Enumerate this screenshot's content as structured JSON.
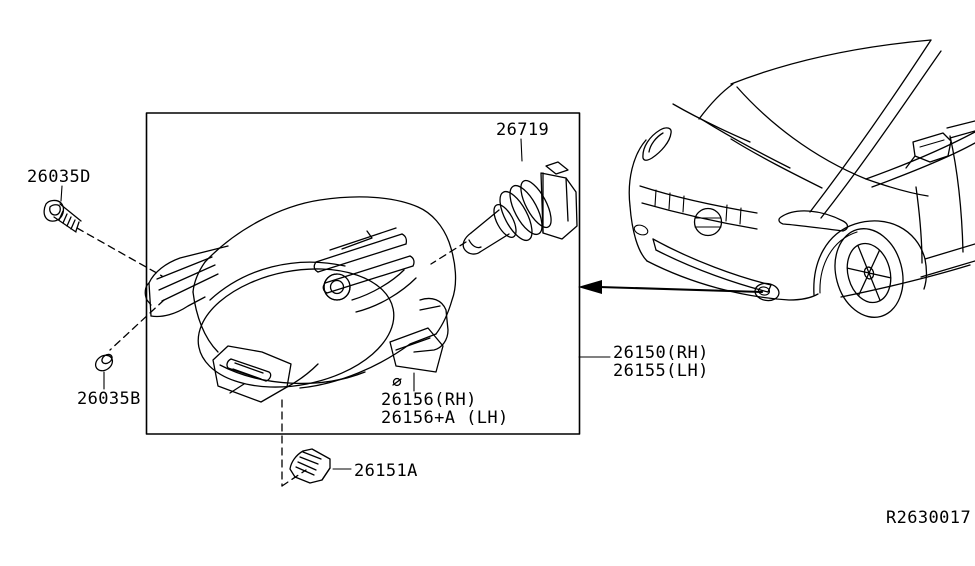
{
  "page": {
    "background": "#ffffff",
    "line_color": "#000000"
  },
  "diagram": {
    "drawing_number": "R2630017",
    "labels": {
      "screw": "26035D",
      "bulb": "26719",
      "nut": "26035B",
      "bracket_rh": "26156(RH)",
      "bracket_lh": "26156+A (LH)",
      "clip": "26151A",
      "lamp_rh": "26150(RH)",
      "lamp_lh": "26155(LH)"
    }
  }
}
